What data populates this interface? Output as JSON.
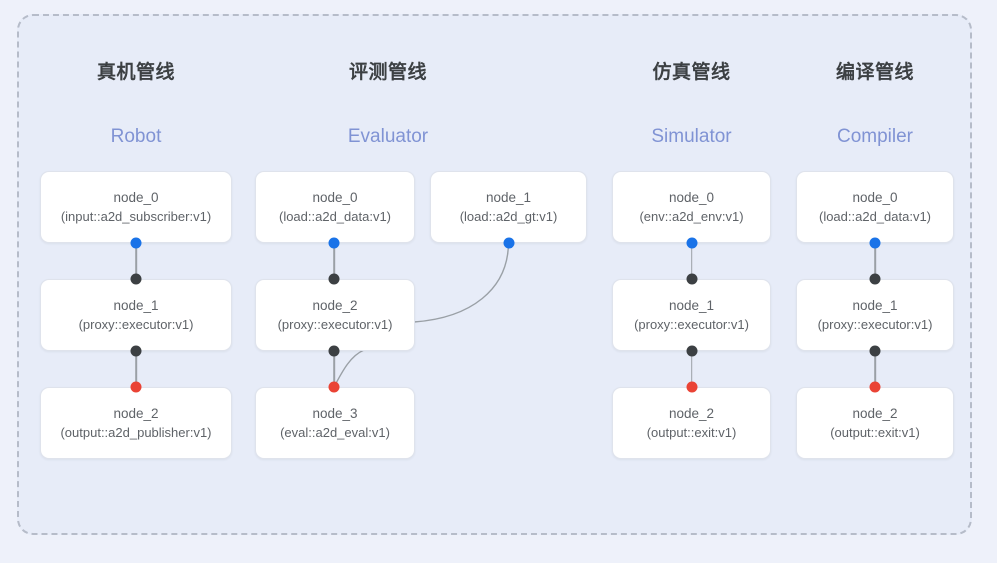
{
  "diagram": {
    "title_cn_font_color": "#3c4043",
    "subtitle_color": "#8093d4",
    "port_colors": {
      "input": "#1a73e8",
      "internal": "#3c4043",
      "output": "#ea4335"
    },
    "columns": [
      {
        "id": "robot",
        "title_cn": "真机管线",
        "title_en": "Robot",
        "nodes": [
          {
            "name": "node_0",
            "type": "(input::a2d_subscriber:v1)"
          },
          {
            "name": "node_1",
            "type": "(proxy::executor:v1)"
          },
          {
            "name": "node_2",
            "type": "(output::a2d_publisher:v1)"
          }
        ]
      },
      {
        "id": "evaluator",
        "title_cn": "评测管线",
        "title_en": "Evaluator",
        "nodes": [
          {
            "name": "node_0",
            "type": "(load::a2d_data:v1)"
          },
          {
            "name": "node_2",
            "type": "(proxy::executor:v1)"
          },
          {
            "name": "node_3",
            "type": "(eval::a2d_eval:v1)"
          }
        ],
        "side_nodes": [
          {
            "name": "node_1",
            "type": "(load::a2d_gt:v1)"
          }
        ]
      },
      {
        "id": "simulator",
        "title_cn": "仿真管线",
        "title_en": "Simulator",
        "nodes": [
          {
            "name": "node_0",
            "type": "(env::a2d_env:v1)"
          },
          {
            "name": "node_1",
            "type": "(proxy::executor:v1)"
          },
          {
            "name": "node_2",
            "type": "(output::exit:v1)"
          }
        ]
      },
      {
        "id": "compiler",
        "title_cn": "编译管线",
        "title_en": "Compiler",
        "nodes": [
          {
            "name": "node_0",
            "type": "(load::a2d_data:v1)"
          },
          {
            "name": "node_1",
            "type": "(proxy::executor:v1)"
          },
          {
            "name": "node_2",
            "type": "(output::exit:v1)"
          }
        ]
      }
    ]
  }
}
